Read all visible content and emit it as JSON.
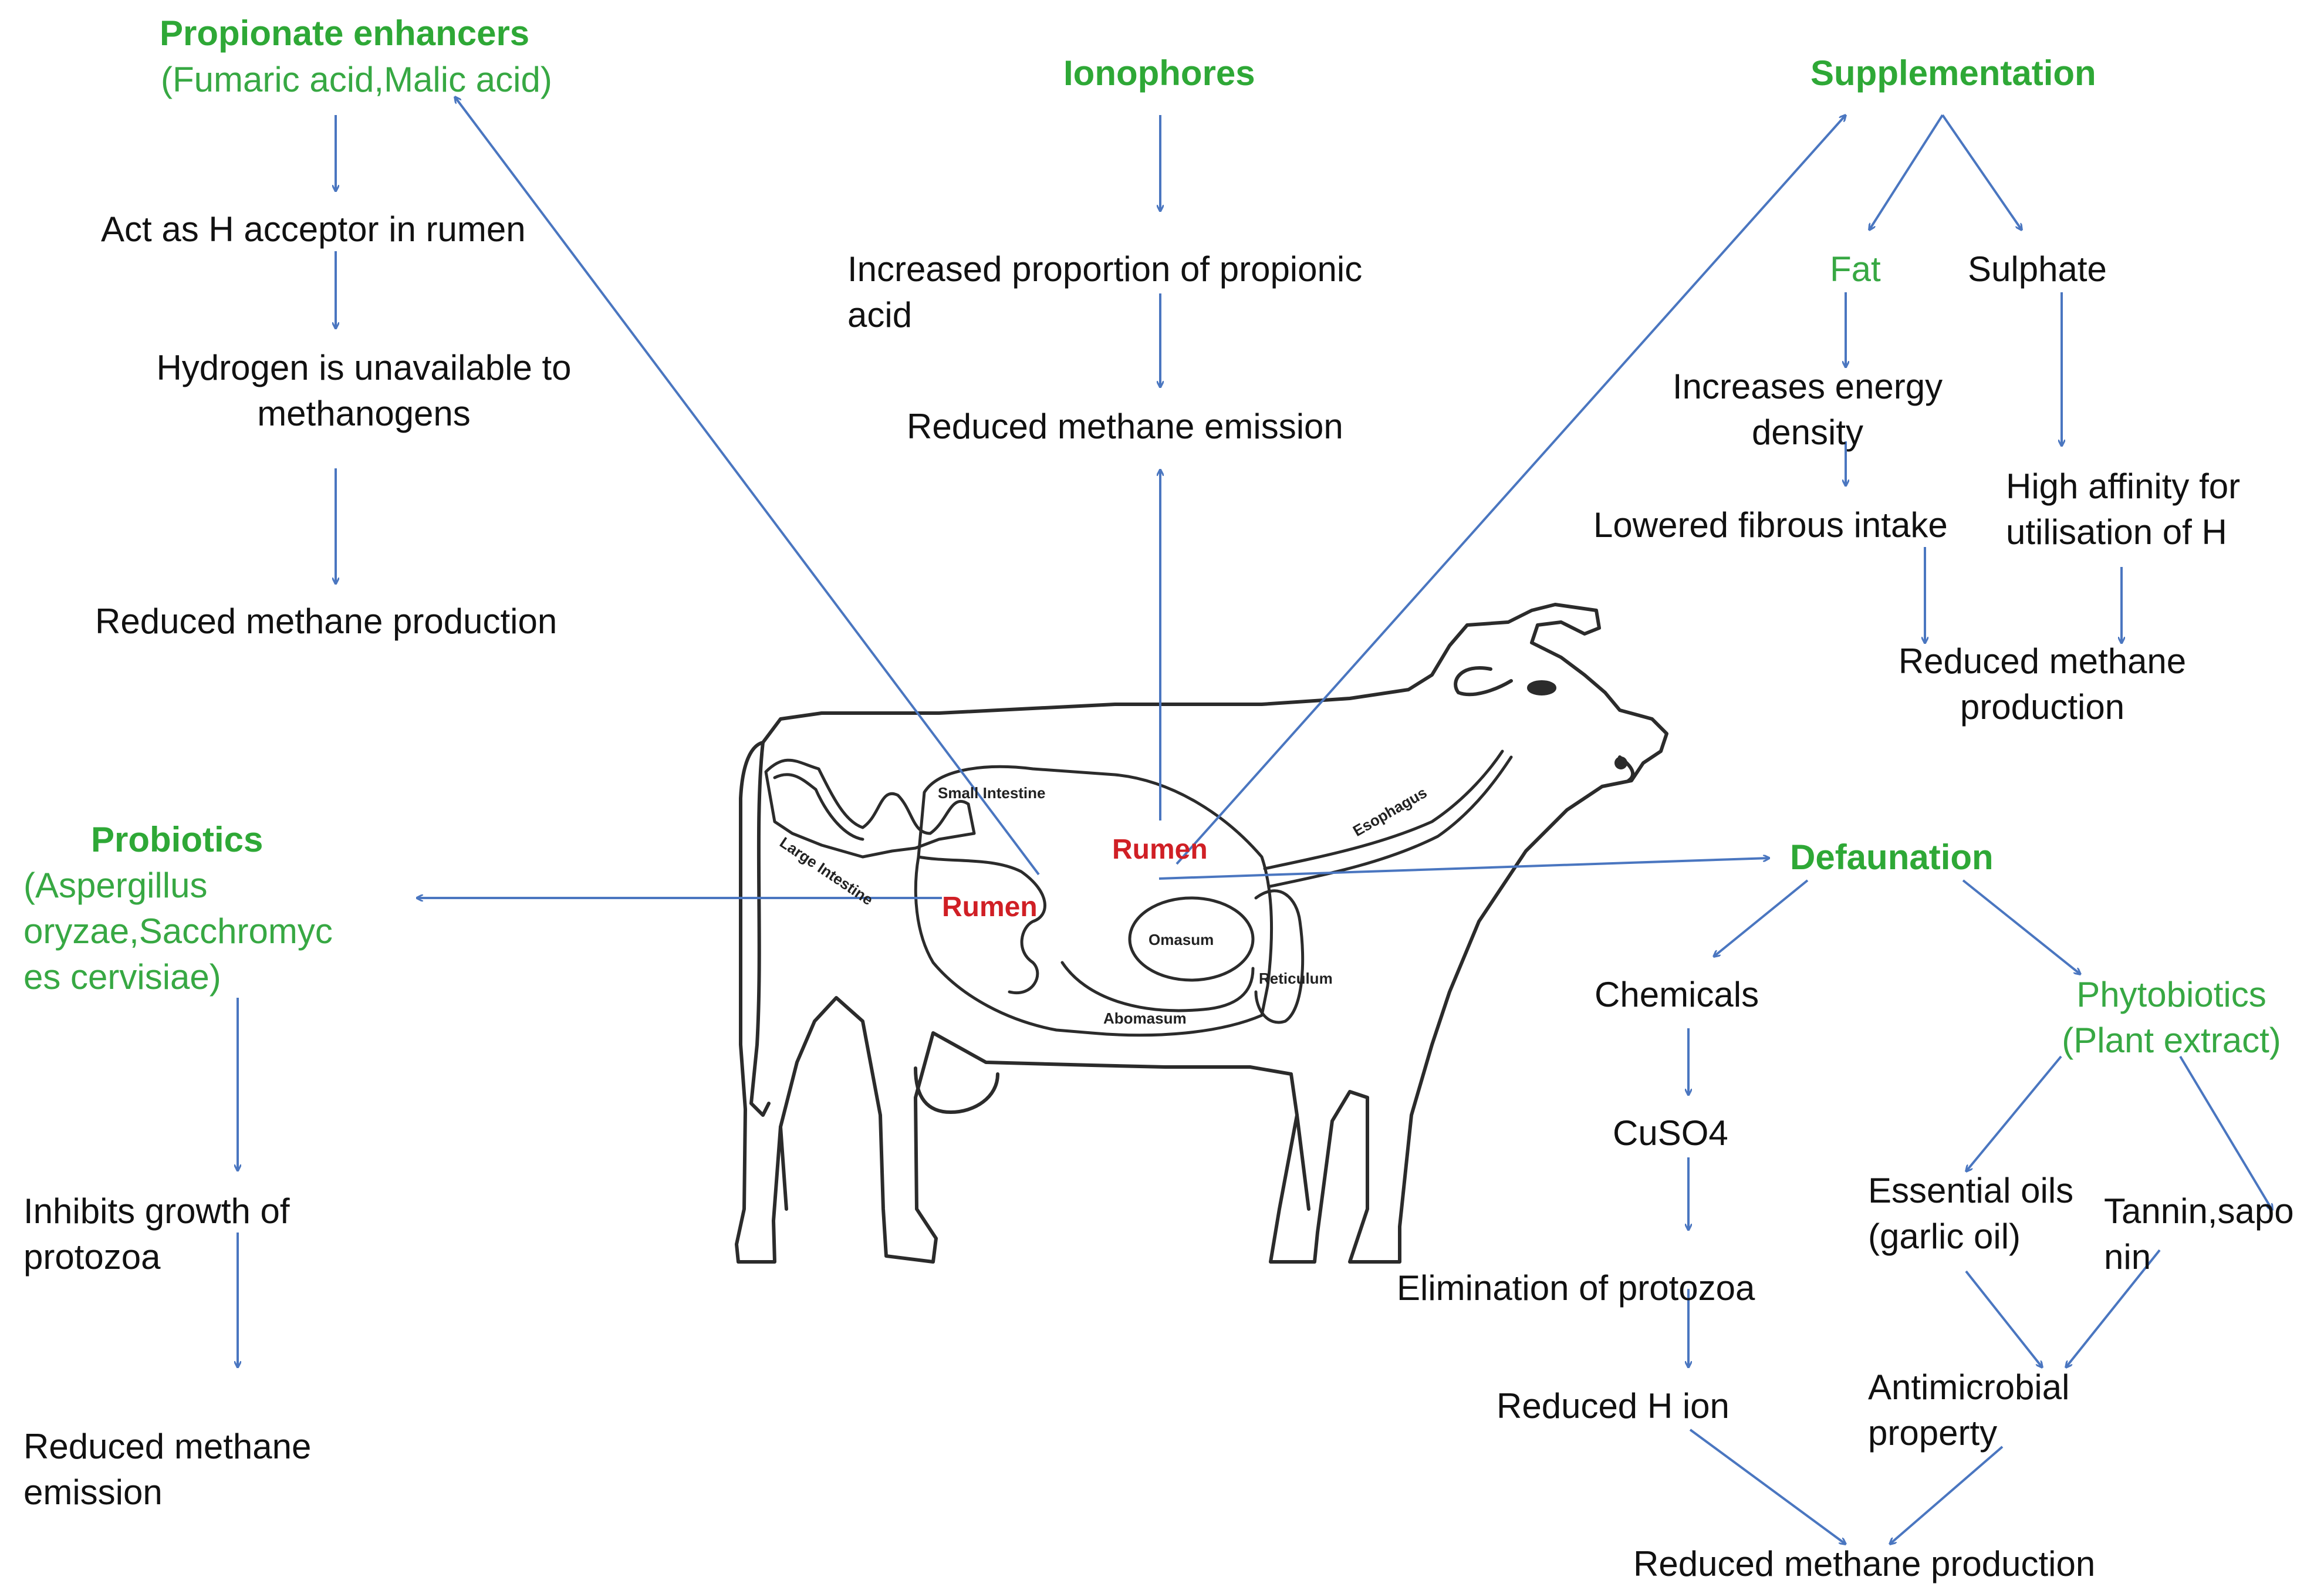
{
  "colors": {
    "arrow": "#4a76c0",
    "heading": "#2ea836",
    "green_text": "#37a843",
    "rumen_label": "#d01f25",
    "text": "#111111",
    "outline": "#2b2b2b"
  },
  "propionate": {
    "title": "Propionate enhancers",
    "subtitle": "(Fumaric acid,Malic acid)",
    "step1": "Act as H acceptor in rumen",
    "step2_l1": "Hydrogen is unavailable to",
    "step2_l2": "methanogens",
    "step3": "Reduced methane production"
  },
  "ionophores": {
    "title": "Ionophores",
    "step1_l1": "Increased proportion of propionic",
    "step1_l2": "acid",
    "step2": "Reduced methane emission"
  },
  "supplementation": {
    "title": "Supplementation",
    "fat": "Fat",
    "sulphate": "Sulphate",
    "fat_step1_l1": "Increases energy",
    "fat_step1_l2": "density",
    "fat_step2": "Lowered fibrous intake",
    "sulphate_step1_l1": "High affinity for",
    "sulphate_step1_l2": "utilisation of H",
    "result_l1": "Reduced methane",
    "result_l2": "production"
  },
  "probiotics": {
    "title": "Probiotics",
    "sub_l1": "(Aspergillus",
    "sub_l2": "oryzae,Sacchromyc",
    "sub_l3": "es cervisiae)",
    "step1_l1": "Inhibits  growth of",
    "step1_l2": "protozoa",
    "step2_l1": "Reduced methane",
    "step2_l2": "emission"
  },
  "defaunation": {
    "title": "Defaunation",
    "chemicals": "Chemicals",
    "cuso4": "CuSO4",
    "elimination": "Elimination of protozoa",
    "reduced_h": "Reduced H ion",
    "phyto_l1": "Phytobiotics",
    "phyto_l2": "(Plant extract)",
    "essential_l1": "Essential oils",
    "essential_l2": "(garlic oil)",
    "tannin_l1": "Tannin,sapo",
    "tannin_l2": "nin",
    "antimicrobial_l1": "Antimicrobial",
    "antimicrobial_l2": "property",
    "final": "Reduced methane production"
  },
  "cow": {
    "rumen_label": "Rumen",
    "small_intestine": "Small Intestine",
    "large_intestine": "Large Intestine",
    "esophagus": "Esophagus",
    "omasum": "Omasum",
    "reticulum": "Reticulum",
    "abomasum": "Abomasum"
  }
}
